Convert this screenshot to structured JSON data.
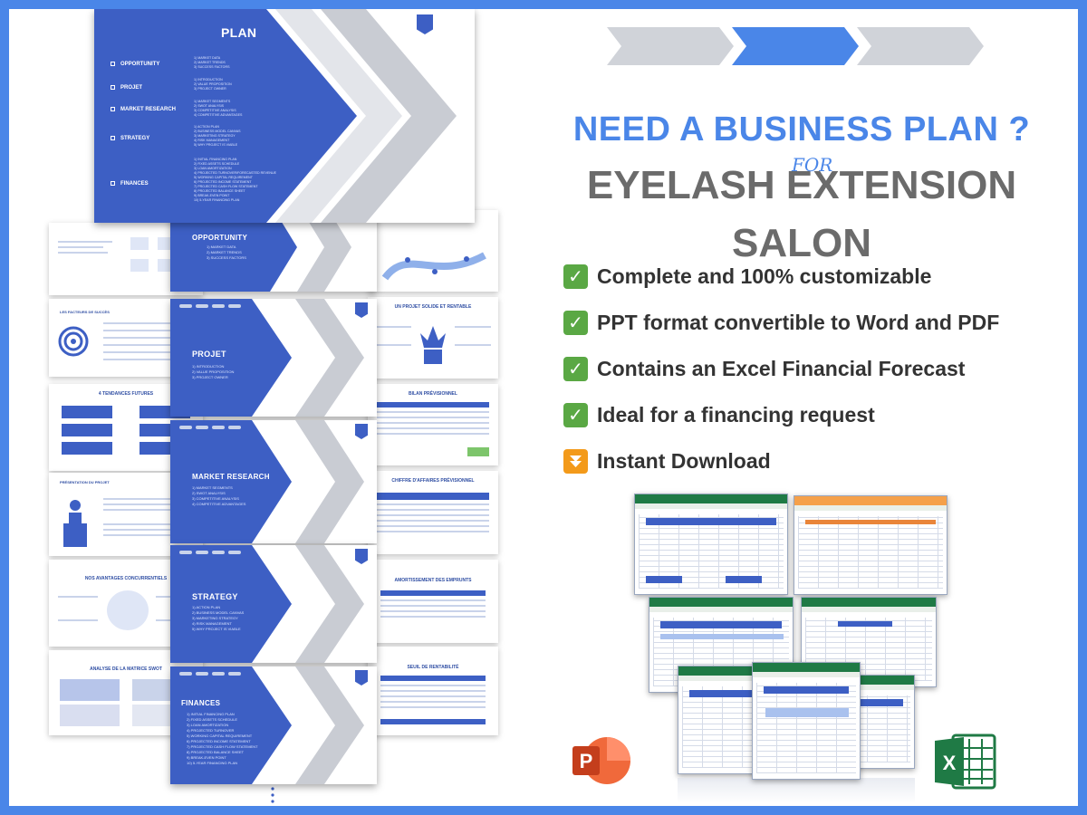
{
  "headline": {
    "line1": "NEED A BUSINESS PLAN ?",
    "for": "FOR",
    "line2": "EYELASH EXTENSION",
    "line3": "SALON"
  },
  "features": [
    {
      "icon": "check-mark-icon",
      "text": "Complete and 100% customizable"
    },
    {
      "icon": "check-mark-icon",
      "text": "PPT format convertible to Word and PDF"
    },
    {
      "icon": "check-mark-icon",
      "text": "Contains an Excel Financial Forecast"
    },
    {
      "icon": "check-mark-icon",
      "text": "Ideal for a financing request"
    },
    {
      "icon": "download-arrow-icon",
      "text": "Instant Download"
    }
  ],
  "plan_slide": {
    "title": "PLAN",
    "sections": [
      {
        "label": "OPPORTUNITY",
        "items": "1) MARKET DATA\n2) MARKET TRENDS\n3) SUCCESS FACTORS"
      },
      {
        "label": "PROJET",
        "items": "1) INTRODUCTION\n2) VALUE PROPOSITION\n3) PROJECT OWNER"
      },
      {
        "label": "MARKET RESEARCH",
        "items": "1) MARKET SEGMENTS\n2) SWOT ANALYSIS\n3) COMPETITIVE ANALYSIS\n4) COMPETITIVE ADVANTAGES"
      },
      {
        "label": "STRATEGY",
        "items": "1) ACTION PLAN\n2) BUSINESS MODEL CANVAS\n3) MARKETING STRATEGY\n4) RISK MANAGEMENT\n5) WHY PROJECT IS VIABLE"
      },
      {
        "label": "FINANCES",
        "items": "1) INITIAL FINANCING PLAN\n2) FIXED ASSETS SCHEDULE\n3) LOAN AMORTIZATION\n4) PROJECTED TURNOVER/FORECASTED REVENUE\n5) WORKING CAPITAL REQUIREMENT\n6) PROJECTED INCOME STATEMENT\n7) PROJECTED CASH FLOW STATEMENT\n8) PROJECTED BALANCE SHEET\n9) BREAK-EVEN POINT\n10) 5-YEAR FINANCING PLAN"
      }
    ]
  },
  "section_slides": [
    {
      "title": "OPPORTUNITY",
      "items": "1) MARKET DATA\n2) MARKET TRENDS\n3) SUCCESS FACTORS"
    },
    {
      "title": "PROJET",
      "items": "1) INTRODUCTION\n2) VALUE PROPOSITION\n3) PROJECT OWNER"
    },
    {
      "title": "MARKET RESEARCH",
      "items": "1) MARKET SEGMENTS\n2) SWOT ANALYSIS\n3) COMPETITIVE ANALYSIS\n4) COMPETITIVE ADVANTAGES"
    },
    {
      "title": "STRATEGY",
      "items": "1) ACTION PLAN\n2) BUSINESS MODEL CANVAS\n3) MARKETING STRATEGY\n4) RISK MANAGEMENT\n5) WHY PROJECT IS VIABLE"
    },
    {
      "title": "FINANCES",
      "items": "1) INITIAL FINANCING PLAN\n2) FIXED ASSETS SCHEDULE\n3) LOAN AMORTIZATION\n4) PROJECTED TURNOVER\n5) WORKING CAPITAL REQUIREMENT\n6) PROJECTED INCOME STATEMENT\n7) PROJECTED CASH FLOW STATEMENT\n8) PROJECTED BALANCE SHEET\n9) BREAK-EVEN POINT\n10) 5-YEAR FINANCING PLAN"
    }
  ],
  "left_thumbs": [
    {
      "title": ""
    },
    {
      "title": "LES FACTEURS DE SUCCÈS"
    },
    {
      "title": "4 TENDANCES FUTURES"
    },
    {
      "title": "PRÉSENTATION DU PROJET"
    },
    {
      "title": "NOS AVANTAGES CONCURRENTIELS"
    },
    {
      "title": "ANALYSE DE LA MATRICE SWOT"
    }
  ],
  "right_thumbs": [
    {
      "title": ""
    },
    {
      "title": "UN PROJET SOLIDE ET RENTABLE"
    },
    {
      "title": "BILAN PRÉVISIONNEL"
    },
    {
      "title": "CHIFFRE D'AFFAIRES PRÉVISIONNEL"
    },
    {
      "title": "AMORTISSEMENT DES EMPRUNTS"
    },
    {
      "title": "SEUIL DE RENTABILITÉ"
    }
  ],
  "colors": {
    "brand_blue": "#3d5fc4",
    "headline_blue": "#4a86e8",
    "headline_gray": "#6b6b6b",
    "check_green": "#5aa844",
    "download_orange": "#f39a1a",
    "powerpoint_red": "#d24726",
    "excel_green": "#1f7a45"
  },
  "icons": [
    "powerpoint-logo-icon",
    "excel-logo-icon",
    "chevron-icon",
    "check-mark-icon",
    "download-arrow-icon"
  ]
}
